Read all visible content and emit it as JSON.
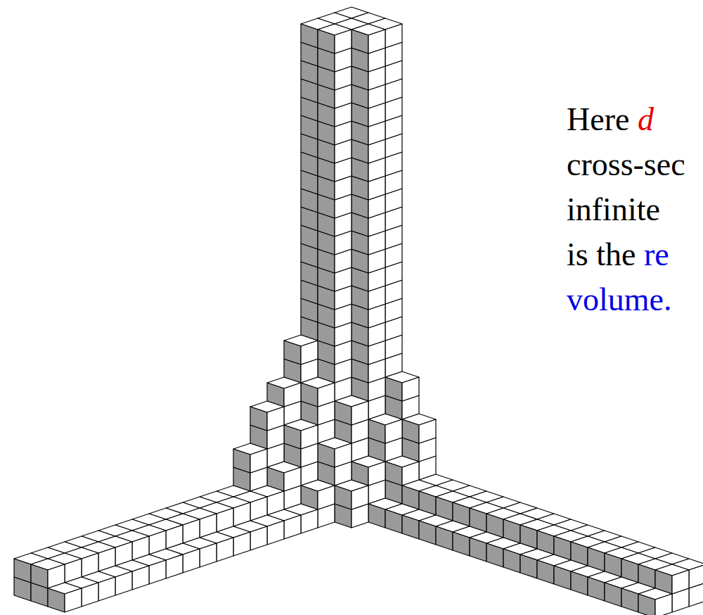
{
  "diagram": {
    "labels": [
      "Here",
      "d",
      "cross-sec",
      "infinite",
      "is the",
      "re",
      "volume."
    ]
  }
}
